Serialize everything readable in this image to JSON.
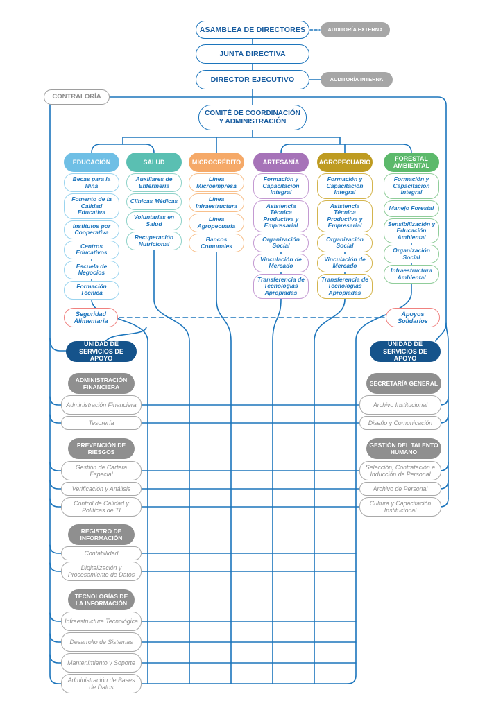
{
  "colors": {
    "line": "#1C75BC",
    "navy": "#15538B",
    "gray_fill": "#A6A6A6",
    "gray_text": "#8C8C8C",
    "red_border": "#F0817F",
    "item_text": "#1B74BC"
  },
  "top": {
    "asamblea": "ASAMBLEA DE DIRECTORES",
    "auditoria_externa": "AUDITORÍA EXTERNA",
    "junta": "JUNTA DIRECTIVA",
    "director": "DIRECTOR EJECUTIVO",
    "auditoria_interna": "AUDITORÍA INTERNA",
    "contraloria": "CONTRALORÍA",
    "comite": "COMITÉ DE COORDINACIÓN Y ADMINISTRACIÓN"
  },
  "programs": [
    {
      "label": "EDUCACIÓN",
      "color": "#6FBFE5",
      "border": "#9AD4EF",
      "items": [
        "Becas para la Niña",
        "Fomento de la Calidad Educativa",
        "Institutos por Cooperativa",
        "Centros Educativos",
        "Escuela de Negocios",
        "Formación Técnica"
      ]
    },
    {
      "label": "SALUD",
      "color": "#5ABFB2",
      "border": "#8FD2C9",
      "items": [
        "Auxiliares de Enfermería",
        "Clínicas Médicas",
        "Voluntarias en Salud",
        "Recuperación Nutricional"
      ]
    },
    {
      "label": "MICROCRÉDITO",
      "color": "#F5A968",
      "border": "#F8C08C",
      "items": [
        "Línea Microempresa",
        "Línea Infraestructura",
        "Línea Agropecuaria",
        "Bancos Comunales"
      ]
    },
    {
      "label": "ARTESANÍA",
      "color": "#A673B8",
      "border": "#C49AD2",
      "items": [
        "Formación y Capacitación Integral",
        "Asistencia Técnica Productiva y Empresarial",
        "Organización Social",
        "Vinculación de Mercado",
        "Transferencia de Tecnologías Apropiadas"
      ]
    },
    {
      "label": "AGROPECUARIO",
      "color": "#BE9B21",
      "border": "#D4B54E",
      "items": [
        "Formación y Capacitación Integral",
        "Asistencia Técnica Productiva y Empresarial",
        "Organización Social",
        "Vinculación de Mercado",
        "Transferencia de Tecnologías Apropiadas"
      ]
    },
    {
      "label": "FORESTAL AMBIENTAL",
      "color": "#5CB96B",
      "border": "#90CD9A",
      "items": [
        "Formación y Capacitación Integral",
        "Manejo Forestal",
        "Sensibilización y Educación Ambiental",
        "Organización Social",
        "Infraestructura Ambiental"
      ]
    }
  ],
  "middle": {
    "seguridad": "Seguridad Alimentaria",
    "apoyos": "Apoyos Solidarios",
    "unidad_apoyo": "UNIDAD DE SERVICIOS DE APOYO"
  },
  "left_sections": [
    {
      "title": "ADMINISTRACIÓN FINANCIERA",
      "items": [
        "Administración Financiera",
        "Tesorería"
      ]
    },
    {
      "title": "PREVENCIÓN DE RIESGOS",
      "items": [
        "Gestión de Cartera Especial",
        "Verificación y Análisis",
        "Control de Calidad y Políticas de TI"
      ]
    },
    {
      "title": "REGISTRO DE INFORMACIÓN",
      "items": [
        "Contabilidad",
        "Digitalización y Procesamiento de Datos"
      ]
    },
    {
      "title": "TECNOLOGÍAS DE LA INFORMACIÓN",
      "items": [
        "Infraestructura Tecnológica",
        "Desarrollo de Sistemas",
        "Mantenimiento y Soporte",
        "Administración de Bases de Datos"
      ]
    }
  ],
  "right_sections": [
    {
      "title": "SECRETARÍA GENERAL",
      "items": [
        "Archivo Institucional",
        "Diseño y Comunicación"
      ]
    },
    {
      "title": "GESTIÓN DEL TALENTO HUMANO",
      "items": [
        "Selección, Contratación e Inducción de Personal",
        "Archivo de Personal",
        "Cultura y Capacitación Institucional"
      ]
    }
  ]
}
